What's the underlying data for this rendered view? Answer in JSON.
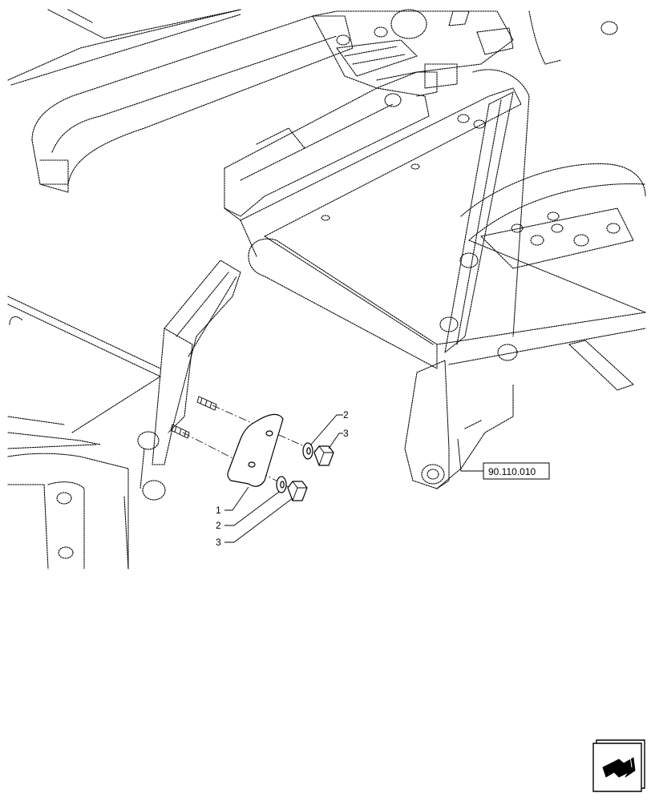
{
  "callouts": [
    {
      "id": "1",
      "label": "1"
    },
    {
      "id": "2a",
      "label": "2"
    },
    {
      "id": "3a",
      "label": "3"
    },
    {
      "id": "2b",
      "label": "2"
    },
    {
      "id": "3b",
      "label": "3"
    }
  ],
  "reference": {
    "label": "90.110.010"
  },
  "nav_icon": {
    "name": "next-page-arrow-icon"
  }
}
